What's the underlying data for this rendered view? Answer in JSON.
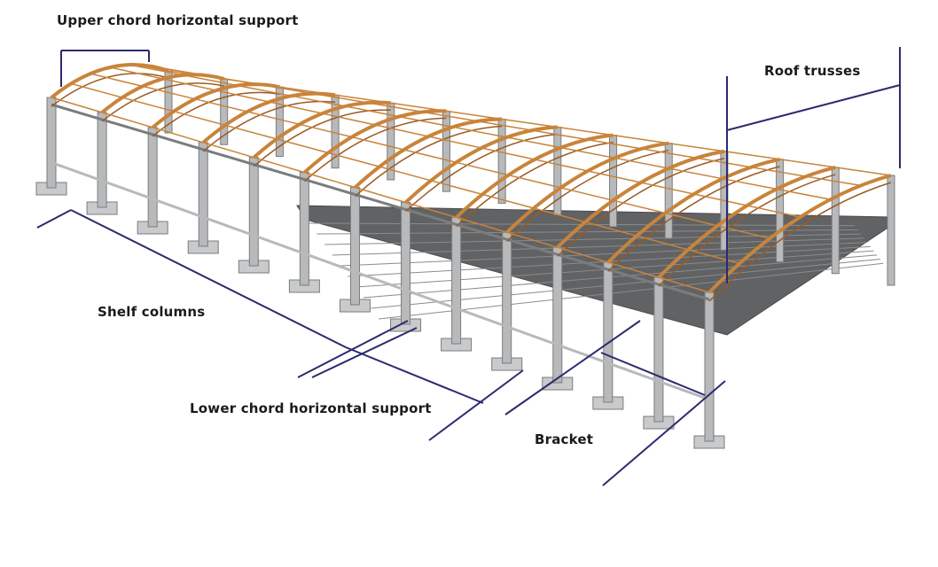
{
  "labels": {
    "upper_chord": "Upper chord horizontal support",
    "roof_trusses": "Roof trusses",
    "shelf_columns": "Shelf columns",
    "lower_chord": "Lower chord horizontal support",
    "bracket": "Bracket"
  },
  "colors": {
    "steel_frame": "#b7b9bb",
    "steel_edge": "#7a7c7e",
    "concrete_deck": "#5f6062",
    "deck_lines": "#8a8b8d",
    "roof_truss": "#c8843a",
    "roof_truss_dark": "#9a5a22",
    "leader_line": "#2b2b6e",
    "label_text": "#1a1a1a"
  }
}
